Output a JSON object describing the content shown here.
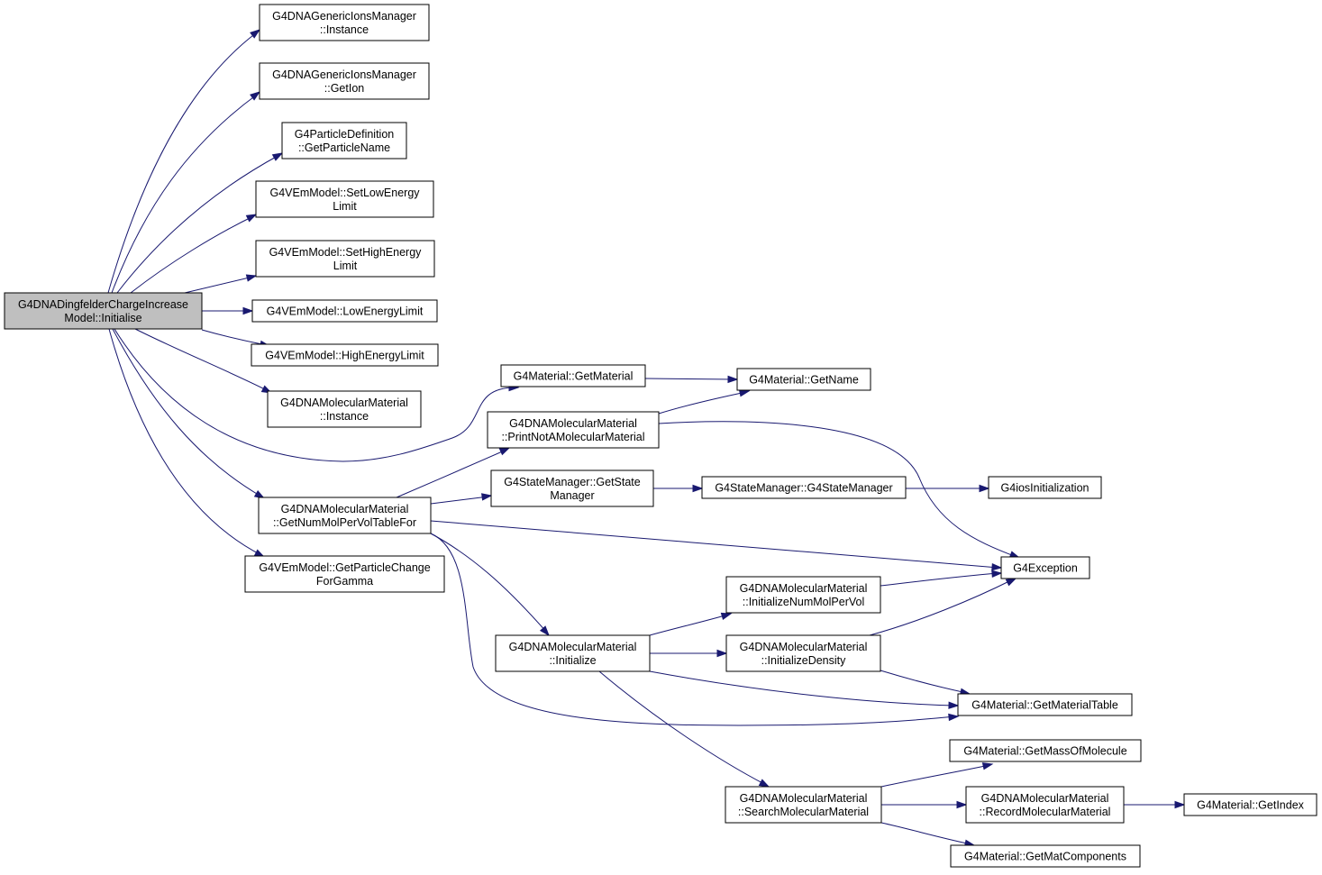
{
  "nodes": [
    {
      "id": "root",
      "lines": [
        "G4DNADingfelderChargeIncrease",
        "Model::Initialise"
      ]
    },
    {
      "id": "n1",
      "lines": [
        "G4DNAGenericIonsManager",
        "::Instance"
      ]
    },
    {
      "id": "n2",
      "lines": [
        "G4DNAGenericIonsManager",
        "::GetIon"
      ]
    },
    {
      "id": "n3",
      "lines": [
        "G4ParticleDefinition",
        "::GetParticleName"
      ]
    },
    {
      "id": "n4",
      "lines": [
        "G4VEmModel::SetLowEnergy",
        "Limit"
      ]
    },
    {
      "id": "n5",
      "lines": [
        "G4VEmModel::SetHighEnergy",
        "Limit"
      ]
    },
    {
      "id": "n6",
      "lines": [
        "G4VEmModel::LowEnergyLimit"
      ]
    },
    {
      "id": "n7",
      "lines": [
        "G4VEmModel::HighEnergyLimit"
      ]
    },
    {
      "id": "n8",
      "lines": [
        "G4DNAMolecularMaterial",
        "::Instance"
      ]
    },
    {
      "id": "n9",
      "lines": [
        "G4DNAMolecularMaterial",
        "::GetNumMolPerVolTableFor"
      ]
    },
    {
      "id": "n10",
      "lines": [
        "G4VEmModel::GetParticleChange",
        "ForGamma"
      ]
    },
    {
      "id": "n11",
      "lines": [
        "G4Material::GetMaterial"
      ]
    },
    {
      "id": "n12",
      "lines": [
        "G4Material::GetName"
      ]
    },
    {
      "id": "n13",
      "lines": [
        "G4DNAMolecularMaterial",
        "::PrintNotAMolecularMaterial"
      ]
    },
    {
      "id": "n14",
      "lines": [
        "G4StateManager::GetState",
        "Manager"
      ]
    },
    {
      "id": "n15",
      "lines": [
        "G4StateManager::G4StateManager"
      ]
    },
    {
      "id": "n16",
      "lines": [
        "G4iosInitialization"
      ]
    },
    {
      "id": "n17",
      "lines": [
        "G4Exception"
      ]
    },
    {
      "id": "n18",
      "lines": [
        "G4DNAMolecularMaterial",
        "::InitializeNumMolPerVol"
      ]
    },
    {
      "id": "n19",
      "lines": [
        "G4DNAMolecularMaterial",
        "::Initialize"
      ]
    },
    {
      "id": "n20",
      "lines": [
        "G4DNAMolecularMaterial",
        "::InitializeDensity"
      ]
    },
    {
      "id": "n21",
      "lines": [
        "G4Material::GetMaterialTable"
      ]
    },
    {
      "id": "n22",
      "lines": [
        "G4Material::GetMassOfMolecule"
      ]
    },
    {
      "id": "n23",
      "lines": [
        "G4DNAMolecularMaterial",
        "::SearchMolecularMaterial"
      ]
    },
    {
      "id": "n24",
      "lines": [
        "G4DNAMolecularMaterial",
        "::RecordMolecularMaterial"
      ]
    },
    {
      "id": "n25",
      "lines": [
        "G4Material::GetIndex"
      ]
    },
    {
      "id": "n26",
      "lines": [
        "G4Material::GetMatComponents"
      ]
    }
  ],
  "edges": [
    [
      "root",
      "n1"
    ],
    [
      "root",
      "n2"
    ],
    [
      "root",
      "n3"
    ],
    [
      "root",
      "n4"
    ],
    [
      "root",
      "n5"
    ],
    [
      "root",
      "n6"
    ],
    [
      "root",
      "n7"
    ],
    [
      "root",
      "n8"
    ],
    [
      "root",
      "n11"
    ],
    [
      "root",
      "n9"
    ],
    [
      "root",
      "n10"
    ],
    [
      "n11",
      "n12"
    ],
    [
      "n9",
      "n13"
    ],
    [
      "n9",
      "n14"
    ],
    [
      "n9",
      "n17"
    ],
    [
      "n9",
      "n19"
    ],
    [
      "n9",
      "n21"
    ],
    [
      "n13",
      "n12"
    ],
    [
      "n13",
      "n17"
    ],
    [
      "n14",
      "n15"
    ],
    [
      "n15",
      "n16"
    ],
    [
      "n19",
      "n18"
    ],
    [
      "n19",
      "n20"
    ],
    [
      "n19",
      "n21"
    ],
    [
      "n19",
      "n23"
    ],
    [
      "n18",
      "n17"
    ],
    [
      "n20",
      "n17"
    ],
    [
      "n20",
      "n21"
    ],
    [
      "n23",
      "n22"
    ],
    [
      "n23",
      "n24"
    ],
    [
      "n23",
      "n26"
    ],
    [
      "n24",
      "n25"
    ]
  ]
}
